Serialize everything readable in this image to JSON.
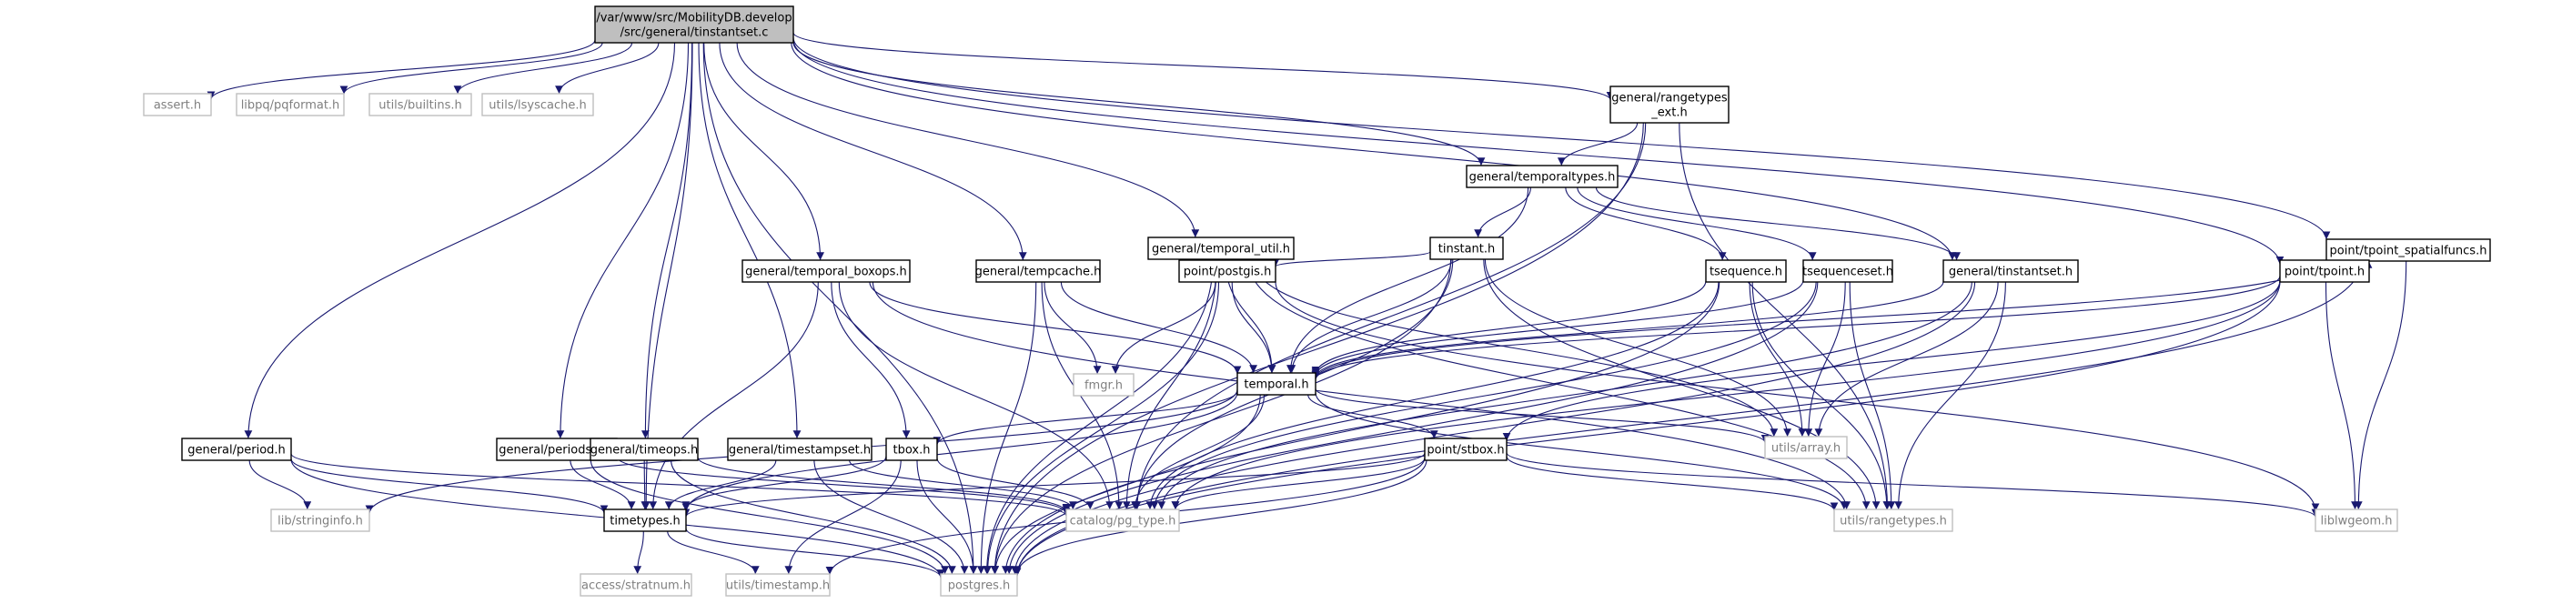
{
  "colors": {
    "edge": "#191970",
    "root_fill": "#bfbfbf",
    "node_stroke": "#000000",
    "external_stroke": "#bfbfbf",
    "external_text": "#7f7f7f",
    "text": "#000000"
  },
  "nodes": [
    {
      "id": "root",
      "lines": [
        "/var/www/src/MobilityDB.develop",
        "/src/general/tinstantset.c"
      ],
      "kind": "root"
    },
    {
      "id": "assert",
      "lines": [
        "assert.h"
      ],
      "kind": "external"
    },
    {
      "id": "pqformat",
      "lines": [
        "libpq/pqformat.h"
      ],
      "kind": "external"
    },
    {
      "id": "builtins",
      "lines": [
        "utils/builtins.h"
      ],
      "kind": "external"
    },
    {
      "id": "lsyscache",
      "lines": [
        "utils/lsyscache.h"
      ],
      "kind": "external"
    },
    {
      "id": "rangetypes_ext",
      "lines": [
        "general/rangetypes",
        "_ext.h"
      ],
      "kind": "doc"
    },
    {
      "id": "temporaltypes",
      "lines": [
        "general/temporaltypes.h"
      ],
      "kind": "doc"
    },
    {
      "id": "tpoint_spatialfuncs",
      "lines": [
        "point/tpoint_spatialfuncs.h"
      ],
      "kind": "doc"
    },
    {
      "id": "temporal_util",
      "lines": [
        "general/temporal_util.h"
      ],
      "kind": "doc"
    },
    {
      "id": "tinstant",
      "lines": [
        "tinstant.h"
      ],
      "kind": "doc"
    },
    {
      "id": "temporal_boxops",
      "lines": [
        "general/temporal_boxops.h"
      ],
      "kind": "doc"
    },
    {
      "id": "tempcache",
      "lines": [
        "general/tempcache.h"
      ],
      "kind": "doc"
    },
    {
      "id": "postgis",
      "lines": [
        "point/postgis.h"
      ],
      "kind": "doc"
    },
    {
      "id": "tsequence",
      "lines": [
        "tsequence.h"
      ],
      "kind": "doc"
    },
    {
      "id": "tsequenceset",
      "lines": [
        "tsequenceset.h"
      ],
      "kind": "doc"
    },
    {
      "id": "tinstantset_h",
      "lines": [
        "general/tinstantset.h"
      ],
      "kind": "doc"
    },
    {
      "id": "tpoint",
      "lines": [
        "point/tpoint.h"
      ],
      "kind": "doc"
    },
    {
      "id": "fmgr",
      "lines": [
        "fmgr.h"
      ],
      "kind": "external"
    },
    {
      "id": "temporal",
      "lines": [
        "temporal.h"
      ],
      "kind": "doc"
    },
    {
      "id": "array",
      "lines": [
        "utils/array.h"
      ],
      "kind": "external"
    },
    {
      "id": "period",
      "lines": [
        "general/period.h"
      ],
      "kind": "doc"
    },
    {
      "id": "periodset",
      "lines": [
        "general/periodset.h"
      ],
      "kind": "doc"
    },
    {
      "id": "timeops",
      "lines": [
        "general/timeops.h"
      ],
      "kind": "doc"
    },
    {
      "id": "timestampset",
      "lines": [
        "general/timestampset.h"
      ],
      "kind": "doc"
    },
    {
      "id": "tbox",
      "lines": [
        "tbox.h"
      ],
      "kind": "doc"
    },
    {
      "id": "stbox",
      "lines": [
        "point/stbox.h"
      ],
      "kind": "doc"
    },
    {
      "id": "stringinfo",
      "lines": [
        "lib/stringinfo.h"
      ],
      "kind": "external"
    },
    {
      "id": "timetypes",
      "lines": [
        "timetypes.h"
      ],
      "kind": "doc"
    },
    {
      "id": "pg_type",
      "lines": [
        "catalog/pg_type.h"
      ],
      "kind": "external"
    },
    {
      "id": "rangetypes",
      "lines": [
        "utils/rangetypes.h"
      ],
      "kind": "external"
    },
    {
      "id": "liblwgeom",
      "lines": [
        "liblwgeom.h"
      ],
      "kind": "external"
    },
    {
      "id": "stratnum",
      "lines": [
        "access/stratnum.h"
      ],
      "kind": "external"
    },
    {
      "id": "timestamp",
      "lines": [
        "utils/timestamp.h"
      ],
      "kind": "external"
    },
    {
      "id": "postgres",
      "lines": [
        "postgres.h"
      ],
      "kind": "external"
    }
  ],
  "edges": [
    [
      "root",
      "assert"
    ],
    [
      "root",
      "pqformat"
    ],
    [
      "root",
      "builtins"
    ],
    [
      "root",
      "lsyscache"
    ],
    [
      "root",
      "rangetypes_ext"
    ],
    [
      "root",
      "temporaltypes"
    ],
    [
      "root",
      "tpoint_spatialfuncs"
    ],
    [
      "root",
      "temporal_util"
    ],
    [
      "root",
      "temporal_boxops"
    ],
    [
      "root",
      "tempcache"
    ],
    [
      "root",
      "tinstantset_h"
    ],
    [
      "root",
      "tpoint"
    ],
    [
      "root",
      "period"
    ],
    [
      "root",
      "periodset"
    ],
    [
      "root",
      "timeops"
    ],
    [
      "root",
      "timestampset"
    ],
    [
      "root",
      "timetypes"
    ],
    [
      "root",
      "postgres"
    ],
    [
      "rangetypes_ext",
      "temporaltypes"
    ],
    [
      "rangetypes_ext",
      "pg_type"
    ],
    [
      "rangetypes_ext",
      "rangetypes"
    ],
    [
      "rangetypes_ext",
      "postgres"
    ],
    [
      "temporaltypes",
      "tinstant"
    ],
    [
      "temporaltypes",
      "tsequence"
    ],
    [
      "temporaltypes",
      "tsequenceset"
    ],
    [
      "temporaltypes",
      "tinstantset_h"
    ],
    [
      "temporaltypes",
      "temporal"
    ],
    [
      "tinstant",
      "postgis"
    ],
    [
      "tinstant",
      "temporal"
    ],
    [
      "tinstant",
      "pg_type"
    ],
    [
      "tinstant",
      "array"
    ],
    [
      "tinstant",
      "rangetypes"
    ],
    [
      "tinstant",
      "postgres"
    ],
    [
      "temporal_util",
      "postgis"
    ],
    [
      "temporal_util",
      "temporal"
    ],
    [
      "temporal_util",
      "array"
    ],
    [
      "temporal_util",
      "rangetypes"
    ],
    [
      "temporal_util",
      "pg_type"
    ],
    [
      "temporal_util",
      "postgres"
    ],
    [
      "temporal_boxops",
      "temporal"
    ],
    [
      "temporal_boxops",
      "tbox"
    ],
    [
      "temporal_boxops",
      "timetypes"
    ],
    [
      "temporal_boxops",
      "pg_type"
    ],
    [
      "temporal_boxops",
      "rangetypes"
    ],
    [
      "tempcache",
      "fmgr"
    ],
    [
      "tempcache",
      "temporal"
    ],
    [
      "tempcache",
      "pg_type"
    ],
    [
      "tempcache",
      "postgres"
    ],
    [
      "postgis",
      "fmgr"
    ],
    [
      "postgis",
      "temporal"
    ],
    [
      "postgis",
      "liblwgeom"
    ],
    [
      "postgis",
      "postgres"
    ],
    [
      "tsequence",
      "temporal"
    ],
    [
      "tsequence",
      "array"
    ],
    [
      "tsequence",
      "pg_type"
    ],
    [
      "tsequence",
      "rangetypes"
    ],
    [
      "tsequence",
      "postgres"
    ],
    [
      "tsequenceset",
      "temporal"
    ],
    [
      "tsequenceset",
      "array"
    ],
    [
      "tsequenceset",
      "pg_type"
    ],
    [
      "tsequenceset",
      "rangetypes"
    ],
    [
      "tsequenceset",
      "postgres"
    ],
    [
      "tinstantset_h",
      "temporal"
    ],
    [
      "tinstantset_h",
      "array"
    ],
    [
      "tinstantset_h",
      "pg_type"
    ],
    [
      "tinstantset_h",
      "rangetypes"
    ],
    [
      "tinstantset_h",
      "postgres"
    ],
    [
      "tpoint_spatialfuncs",
      "tpoint"
    ],
    [
      "tpoint_spatialfuncs",
      "temporal"
    ],
    [
      "tpoint_spatialfuncs",
      "liblwgeom"
    ],
    [
      "tpoint_spatialfuncs",
      "postgres"
    ],
    [
      "tpoint",
      "temporal"
    ],
    [
      "tpoint",
      "stbox"
    ],
    [
      "tpoint",
      "liblwgeom"
    ],
    [
      "tpoint",
      "pg_type"
    ],
    [
      "tpoint",
      "postgres"
    ],
    [
      "temporal",
      "tbox"
    ],
    [
      "temporal",
      "stbox"
    ],
    [
      "temporal",
      "array"
    ],
    [
      "temporal",
      "rangetypes"
    ],
    [
      "temporal",
      "pg_type"
    ],
    [
      "temporal",
      "stringinfo"
    ],
    [
      "temporal",
      "timetypes"
    ],
    [
      "temporal",
      "postgres"
    ],
    [
      "period",
      "stringinfo"
    ],
    [
      "period",
      "timetypes"
    ],
    [
      "period",
      "pg_type"
    ],
    [
      "period",
      "postgres"
    ],
    [
      "periodset",
      "timetypes"
    ],
    [
      "periodset",
      "pg_type"
    ],
    [
      "periodset",
      "postgres"
    ],
    [
      "timeops",
      "timetypes"
    ],
    [
      "timeops",
      "pg_type"
    ],
    [
      "timeops",
      "postgres"
    ],
    [
      "timestampset",
      "timetypes"
    ],
    [
      "timestampset",
      "pg_type"
    ],
    [
      "timestampset",
      "postgres"
    ],
    [
      "tbox",
      "timetypes"
    ],
    [
      "tbox",
      "pg_type"
    ],
    [
      "tbox",
      "timestamp"
    ],
    [
      "tbox",
      "postgres"
    ],
    [
      "stbox",
      "timetypes"
    ],
    [
      "stbox",
      "pg_type"
    ],
    [
      "stbox",
      "liblwgeom"
    ],
    [
      "stbox",
      "rangetypes"
    ],
    [
      "stbox",
      "timestamp"
    ],
    [
      "stbox",
      "postgres"
    ],
    [
      "timetypes",
      "stratnum"
    ],
    [
      "timetypes",
      "timestamp"
    ],
    [
      "timetypes",
      "postgres"
    ]
  ]
}
